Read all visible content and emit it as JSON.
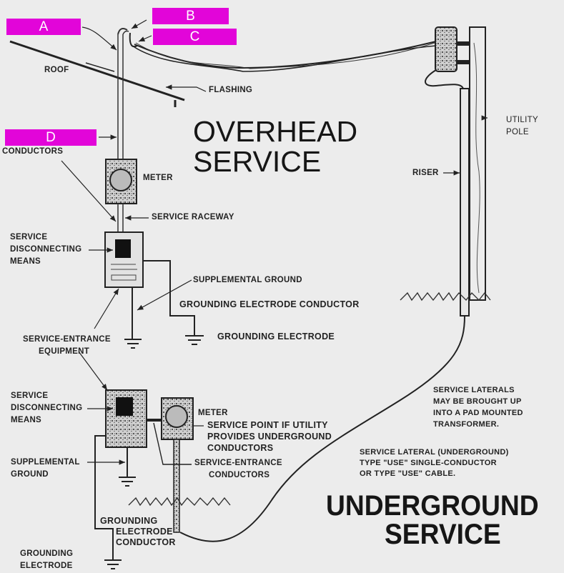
{
  "colors": {
    "background": "#ececec",
    "ink": "#1c1c1c",
    "highlight_box": "#e205d9",
    "highlight_text": "#ffffff"
  },
  "masked_labels": {
    "a": "A",
    "b": "B",
    "c": "C",
    "d": "D"
  },
  "overhead": {
    "title_line1": "OVERHEAD",
    "title_line2": "SERVICE",
    "roof": "ROOF",
    "flashing": "FLASHING",
    "conductors": "CONDUCTORS",
    "meter": "METER",
    "service_raceway": "SERVICE RACEWAY",
    "service_disconnecting_means": [
      "SERVICE",
      "DISCONNECTING",
      "MEANS"
    ],
    "supplemental_ground": "SUPPLEMENTAL GROUND",
    "grounding_electrode_conductor": "GROUNDING ELECTRODE CONDUCTOR",
    "grounding_electrode": "GROUNDING ELECTRODE",
    "service_entrance_equipment": [
      "SERVICE-ENTRANCE",
      "EQUIPMENT"
    ]
  },
  "pole": {
    "utility_pole": [
      "UTILITY",
      "POLE"
    ],
    "riser": "RISER"
  },
  "underground": {
    "title_line1": "UNDERGROUND",
    "title_line2": "SERVICE",
    "service_disconnecting_means": [
      "SERVICE",
      "DISCONNECTING",
      "MEANS"
    ],
    "meter": "METER",
    "service_point": [
      "SERVICE POINT IF UTILITY",
      "PROVIDES UNDERGROUND",
      "CONDUCTORS"
    ],
    "supplemental_ground": [
      "SUPPLEMENTAL",
      "GROUND"
    ],
    "service_entrance_conductors": [
      "SERVICE-ENTRANCE",
      "CONDUCTORS"
    ],
    "grounding_electrode_conductor": [
      "GROUNDING",
      "ELECTRODE",
      "CONDUCTOR"
    ],
    "grounding_electrode": [
      "GROUNDING",
      "ELECTRODE"
    ],
    "note_pad_mounted": [
      "SERVICE LATERALS",
      "MAY BE BROUGHT UP",
      "INTO A PAD MOUNTED",
      "TRANSFORMER."
    ],
    "note_lateral": [
      "SERVICE LATERAL (UNDERGROUND)",
      "TYPE \"USE\" SINGLE-CONDUCTOR",
      "OR TYPE \"USE\" CABLE."
    ]
  }
}
